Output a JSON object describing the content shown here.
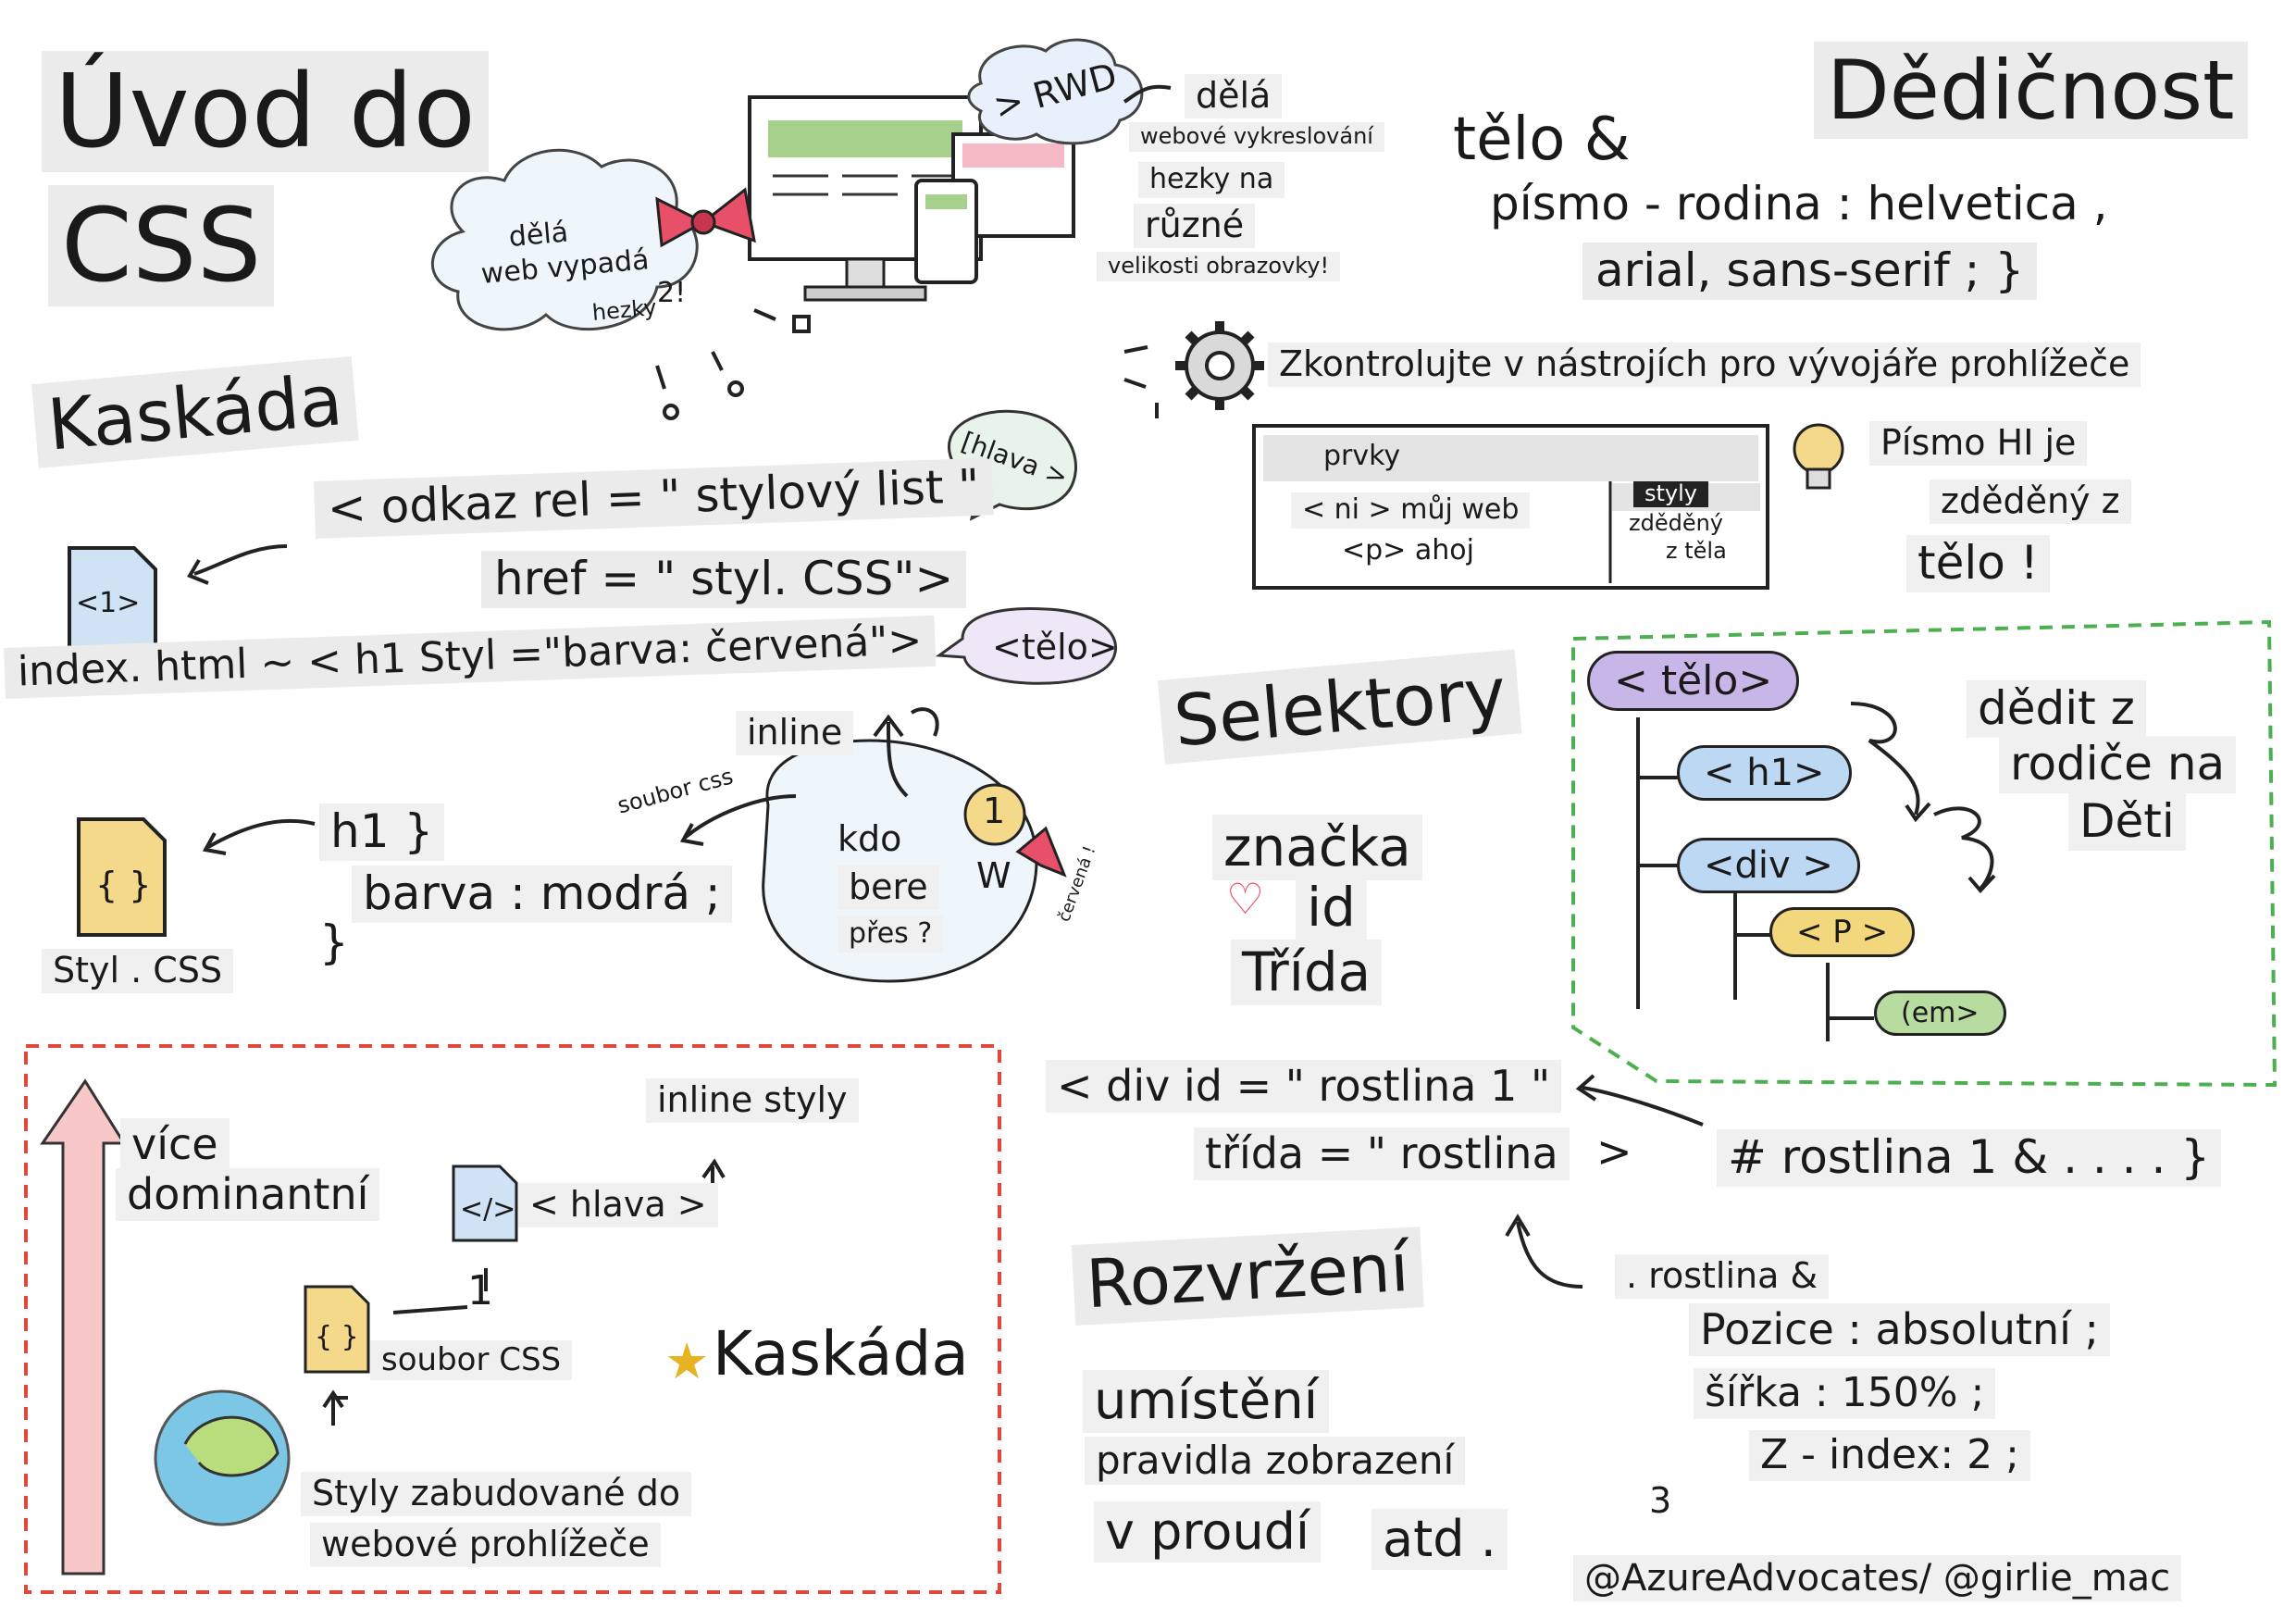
{
  "title": {
    "line1": "Úvod do",
    "line2": "CSS"
  },
  "inheritance": {
    "title": "Dědičnost",
    "body_line1": "tělo &",
    "body_line2": "písmo - rodina : helvetica ,",
    "body_line3": "arial, sans-serif ; }",
    "devtools_note": "Zkontrolujte v nástrojích pro vývojáře prohlížeče",
    "devtools_panel": {
      "tab_elements": "prvky",
      "row1": "< ni > můj web",
      "row2": "<p> ahoj",
      "styles_tab": "styly",
      "styles_line1": "zděděný",
      "styles_line2": "z těla"
    },
    "font_note": [
      "Písmo HI je",
      "zděděný z",
      "tělo !"
    ]
  },
  "rwd": {
    "label": "> RWD",
    "desc": [
      "dělá",
      "webové vykreslování",
      "hezky na",
      "různé",
      "velikosti obrazovky!"
    ],
    "cloud": [
      "dělá",
      "web vypadá",
      "hezky",
      "2!"
    ]
  },
  "cascade": {
    "title": "Kaskáda",
    "link_line1": "< odkaz rel = \" stylový list \"",
    "link_line2": "href = \" styl. CSS\">",
    "file_html_label": "<1>",
    "inline_line": "index. html ~ < h1 Styl =\"barva: červená\">",
    "head_bubble": "[hlava >",
    "body_bubble": "<tělo>",
    "inline_label": "inline",
    "css_file_label": "soubor css",
    "who_wins": [
      "kdo",
      "bere",
      "přes ?"
    ],
    "winner_letter": "W",
    "winner_badge": "1",
    "winner_ribbon": "červená !",
    "rule_line1": "h1 }",
    "rule_line2": "barva : modrá ;",
    "rule_line3": "}",
    "css_file_name": "Styl . CSS",
    "css_icon": "{ }"
  },
  "priority_box": {
    "more_dominant": [
      "více",
      "dominantní"
    ],
    "inline_styles": "inline styly",
    "head": "< hlava >",
    "head_icon": "</>",
    "number": "1",
    "css_file": "soubor CSS",
    "css_icon": "{ }",
    "cascade_label": "Kaskáda",
    "browser_defaults": [
      "Styly zabudované do",
      "webové prohlížeče"
    ]
  },
  "selectors": {
    "title": "Selektory",
    "items": [
      "značka",
      "id",
      "Třída"
    ],
    "div_line1": "< div id = \" rostlina 1 \"",
    "div_line2": "třída = \" rostlina",
    "div_line2_end": ">",
    "id_rule": "# rostlina 1 & . . . . }"
  },
  "tree": {
    "nodes": [
      "< tělo>",
      "< h1>",
      "<div >",
      "< P >",
      "(em>"
    ],
    "caption": [
      "dědit z",
      "rodiče na",
      "Děti"
    ]
  },
  "layout": {
    "title": "Rozvržení",
    "items": [
      "umístění",
      "pravidla zobrazení",
      "v proudí",
      "atd ."
    ],
    "class_rule": [
      ". rostlina &",
      "Pozice : absolutní ;",
      "šířka : 150% ;",
      "Z - index: 2 ;"
    ],
    "number": "3"
  },
  "credit": "@AzureAdvocates/ @girlie_mac",
  "colors": {
    "highlight": "#ebebeb",
    "red_dash": "#e0483c",
    "green_dash": "#4caf50",
    "bow": "#e8506a",
    "file_blue": "#cfe3f5",
    "file_yellow": "#f5d98a",
    "node_purple": "#c9b6e8",
    "node_blue": "#bcd8f2",
    "node_yellow": "#f3d77d",
    "node_green": "#b8dca0",
    "arrow_pink": "#f8c8c8"
  }
}
